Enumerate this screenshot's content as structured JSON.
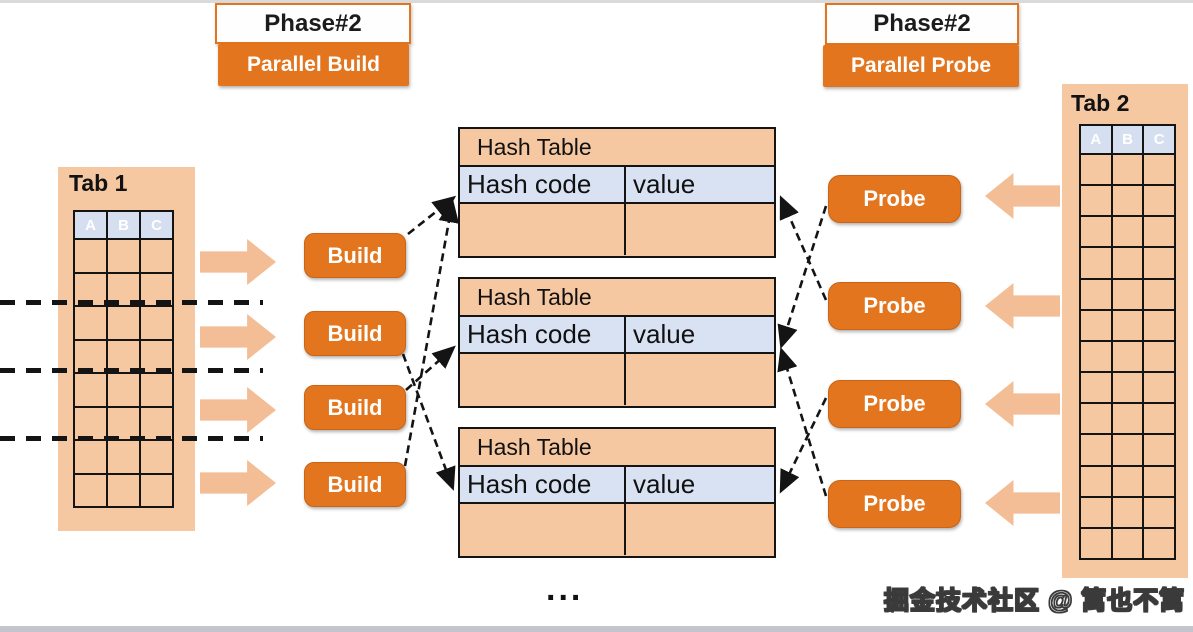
{
  "phase_build": {
    "title": "Phase#2",
    "subtitle": "Parallel Build"
  },
  "phase_probe": {
    "title": "Phase#2",
    "subtitle": "Parallel Probe"
  },
  "tab1": {
    "label": "Tab 1",
    "columns": [
      "A",
      "B",
      "C"
    ],
    "rows": 8
  },
  "tab2": {
    "label": "Tab 2",
    "columns": [
      "A",
      "B",
      "C"
    ],
    "rows": 13
  },
  "build_buttons": [
    "Build",
    "Build",
    "Build",
    "Build"
  ],
  "probe_buttons": [
    "Probe",
    "Probe",
    "Probe",
    "Probe"
  ],
  "hash_tables": [
    {
      "title": "Hash Table",
      "columns": [
        "Hash code",
        "value"
      ]
    },
    {
      "title": "Hash Table",
      "columns": [
        "Hash code",
        "value"
      ]
    },
    {
      "title": "Hash Table",
      "columns": [
        "Hash code",
        "value"
      ]
    }
  ],
  "ellipsis": "...",
  "watermark": "掘金技术社区 @ 篱也不篱",
  "colors": {
    "accent_orange": "#e2751e",
    "panel_peach": "#f5c8a2",
    "arrow_peach": "#f3bd96",
    "header_blue": "#d9e2f3",
    "line_black": "#141414"
  }
}
